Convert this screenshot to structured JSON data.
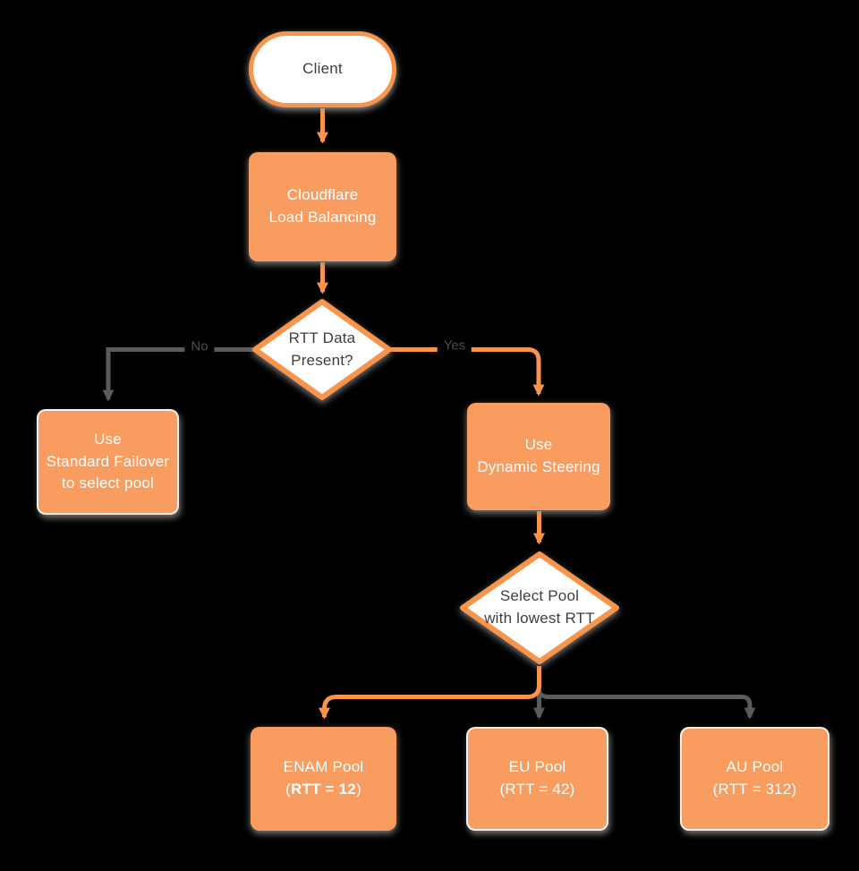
{
  "diagram": {
    "description": "Cloudflare Load Balancing decision flowchart",
    "colors": {
      "background": "#000000",
      "node_fill_orange": "#F99C5F",
      "node_stroke_orange": "#F8944B",
      "connector_orange": "#F8944B",
      "connector_gray": "#5B5B5B",
      "dark_text": "#3E3E3E",
      "white_text": "#FFFFFF",
      "edge_label_text": "#4D4D4D"
    },
    "nodes": {
      "client": {
        "label": "Client"
      },
      "load_balancing": {
        "label": "Cloudflare\nLoad Balancing"
      },
      "rtt_decision": {
        "label": "RTT Data\nPresent?"
      },
      "standard_failover": {
        "label": "Use\nStandard Failover\nto select pool"
      },
      "dynamic_steering": {
        "label": "Use\nDynamic Steering"
      },
      "select_pool": {
        "label": "Select Pool\nwith lowest RTT"
      },
      "enam_pool": {
        "line1": "ENAM Pool",
        "paren_open": "(",
        "rtt_bold": "RTT = 12",
        "paren_close": ")"
      },
      "eu_pool": {
        "label": "EU Pool\n(RTT = 42)"
      },
      "au_pool": {
        "label": "AU Pool\n(RTT = 312)"
      }
    },
    "edge_labels": {
      "no": "No",
      "yes": "Yes"
    }
  }
}
